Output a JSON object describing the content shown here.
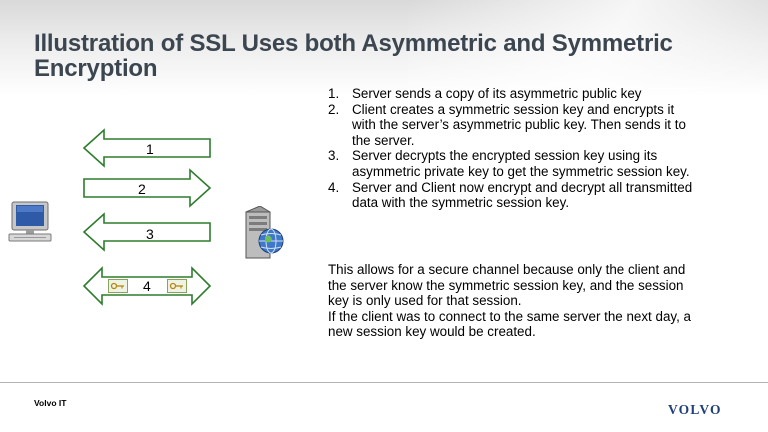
{
  "slide": {
    "title": "Illustration of SSL Uses both Asymmetric and Symmetric Encryption",
    "steps": [
      {
        "num": "1.",
        "text": "Server sends a copy of its asymmetric public key"
      },
      {
        "num": "2.",
        "text": "Client creates a symmetric session key and encrypts it with the server’s asymmetric public key. Then sends it to the server."
      },
      {
        "num": "3.",
        "text": "Server decrypts the encrypted session key using its asymmetric private key to get the symmetric session key."
      },
      {
        "num": "4.",
        "text": "Server and Client now encrypt and decrypt all transmitted data with the symmetric session key."
      }
    ],
    "paragraphs": [
      "This allows for a secure channel because only the client and the server know the symmetric session key, and the session key is only used for that session.",
      "If the client was to connect to the same server the next day, a new session key would be created."
    ]
  },
  "diagram": {
    "arrows": [
      {
        "label": "1",
        "direction": "left"
      },
      {
        "label": "2",
        "direction": "right"
      },
      {
        "label": "3",
        "direction": "left"
      },
      {
        "label": "4",
        "direction": "both"
      }
    ],
    "client_icon": "computer-icon",
    "server_icon": "server-globe-icon",
    "key_icon": "key-icon",
    "arrow_stroke": "#2d7d2d",
    "arrow_fill": "#ffffff"
  },
  "footer": {
    "left_text": "Volvo IT",
    "logo": "VOLVO",
    "logo_color": "#1f3f7a"
  }
}
